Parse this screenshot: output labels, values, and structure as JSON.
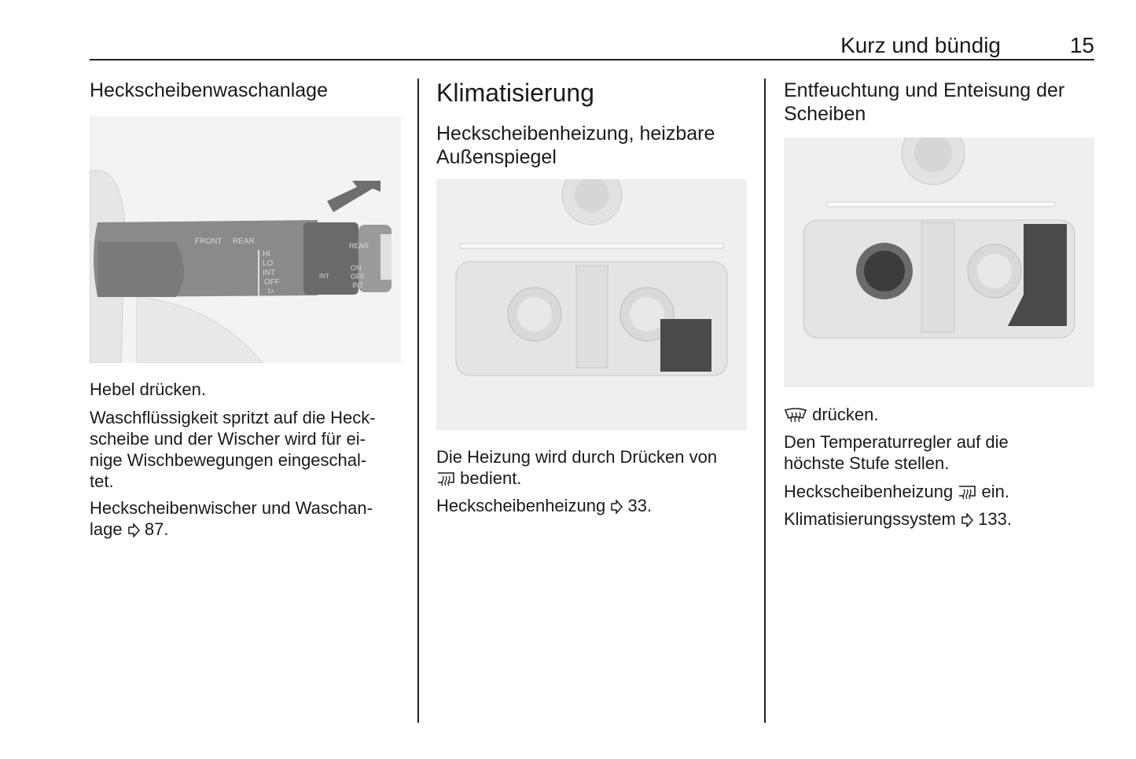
{
  "header": {
    "section_title": "Kurz und bündig",
    "page_number": "15"
  },
  "col1": {
    "heading": "Heckscheibenwaschanlage",
    "figure_labels": {
      "front": "FRONT",
      "rear": "REAR",
      "hi": "HI",
      "lo": "LO",
      "int": "INT",
      "off": "OFF",
      "once": "1x",
      "ring_int": "INT",
      "rear2": "REAR",
      "on": "ON",
      "off2": "OFF",
      "int2": "INT"
    },
    "p1": "Hebel drücken.",
    "p2_lines": [
      "Waschflüssigkeit spritzt auf die Heck-",
      "scheibe und der Wischer wird für ei-",
      "nige Wischbewegungen eingeschal-",
      "tet."
    ],
    "p3_lines": [
      "Heckscheibenwischer und Waschan-",
      "lage"
    ],
    "p3_ref": "87."
  },
  "col2": {
    "title": "Klimatisierung",
    "heading_lines": [
      "Heckscheibenheizung, heizbare",
      "Außenspiegel"
    ],
    "p1_line1": "Die Heizung wird durch Drücken von",
    "p1_line2": "bedient.",
    "p2": "Heckscheibenheizung",
    "p2_ref": "33."
  },
  "col3": {
    "heading_lines": [
      "Entfeuchtung und Enteisung der",
      "Scheiben"
    ],
    "p1": "drücken.",
    "p2_lines": [
      "Den Temperaturregler auf die",
      "höchste Stufe stellen."
    ],
    "p3": "Heckscheibenheizung",
    "p3_end": "ein.",
    "p4": "Klimatisierungssystem",
    "p4_ref": "133."
  },
  "icons": {
    "reference": "reference-arrow-icon",
    "rear_defrost": "rear-window-heating-icon",
    "windscreen_defrost": "windscreen-defrost-icon"
  }
}
